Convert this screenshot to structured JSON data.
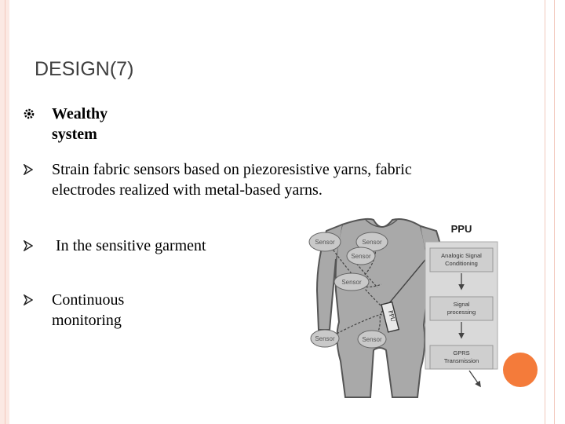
{
  "slide": {
    "title": "DESIGN(7)",
    "accent_color": "#f47b3a",
    "bullets": [
      {
        "marker": "gear-bullet-icon",
        "text": "Wealthy system",
        "bold": true
      },
      {
        "marker": "arrow-bullet-icon",
        "line1": "Strain fabric sensors based on piezoresistive yarns, fabric",
        "line2": "electrodes realized with metal-based yarns."
      },
      {
        "marker": "arrow-bullet-icon",
        "text": " In the sensitive garment"
      },
      {
        "marker": "arrow-bullet-icon",
        "text": "Continuous monitoring"
      }
    ]
  },
  "figure": {
    "ppu_title": "PPU",
    "sensor_label": "Sensor",
    "ppu_tag": "PPU",
    "boxes": [
      {
        "line1": "Analogic Signal",
        "line2": "Conditioning"
      },
      {
        "line1": "Signal",
        "line2": "processing"
      },
      {
        "line1": "GPRS",
        "line2": "Transmission"
      }
    ]
  }
}
